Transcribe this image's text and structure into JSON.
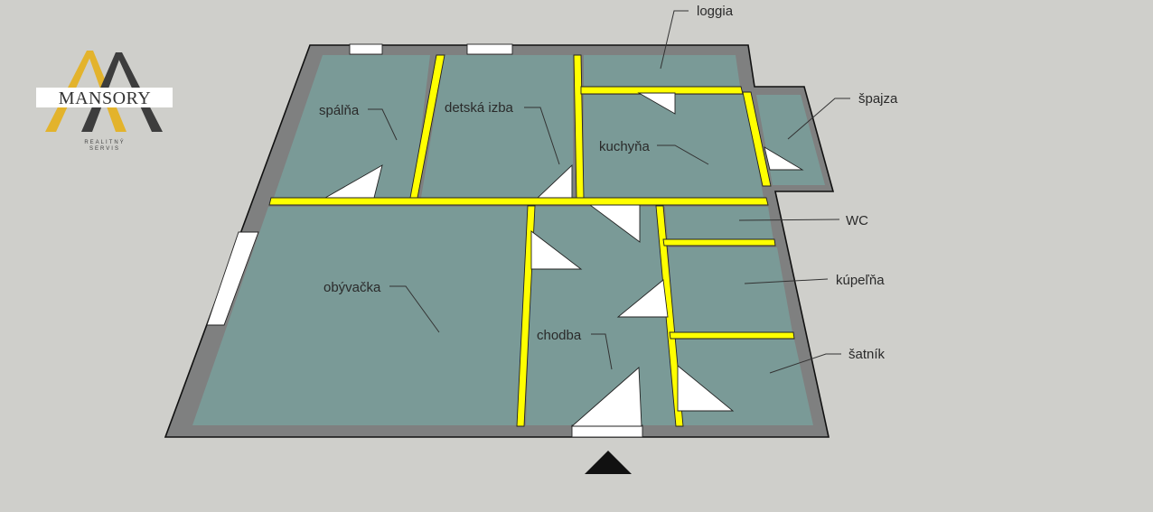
{
  "logo": {
    "name": "MANSORY",
    "sub_line1": "REALITNÝ",
    "sub_line2": "SERVIS",
    "gold": "#e3b32c",
    "dark": "#3d3d3d"
  },
  "rooms": {
    "loggia": "loggia",
    "spalna": "spálňa",
    "detska_izba": "detská izba",
    "kuchyna": "kuchyňa",
    "spajza": "špajza",
    "wc": "WC",
    "obyvacka": "obývačka",
    "kupelna": "kúpeľňa",
    "chodba": "chodba",
    "satnik": "šatník"
  },
  "colors": {
    "background": "#cfcfcb",
    "floor": "#7a9a97",
    "outer_wall": "#7f8080",
    "partition": "#ffff00",
    "window_door": "#ffffff"
  }
}
